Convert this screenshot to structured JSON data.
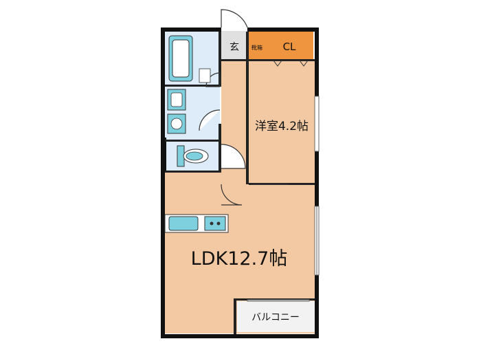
{
  "rooms": {
    "entrance": "玄",
    "shoe_box": "靴箱",
    "closet": "CL",
    "western_room": "洋室4.2帖",
    "ldk": "LDK12.7帖",
    "balcony": "バルコニー"
  },
  "colors": {
    "floor_main": "#f2c9a3",
    "wet_area": "#ddecf8",
    "fixture": "#7fd0df",
    "closet": "#f0953f",
    "entrance": "#e0e0e0",
    "balcony": "#f2f2f2",
    "wall": "#111111"
  }
}
